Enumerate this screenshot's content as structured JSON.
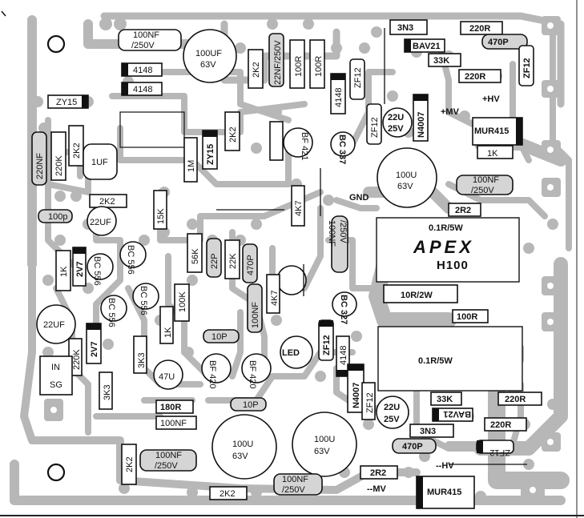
{
  "labels": {
    "c_100nf_top": "100NF",
    "c_100nf_top_v": "/250V",
    "c_100uf_top": "100UF",
    "c_100uf_top_v": "63V",
    "r_2k2_a": "2K2",
    "c_22nf": "22NF/250V",
    "r_100r_a": "100R",
    "r_100r_b": "100R",
    "d_4148_a": "4148",
    "d_4148_b": "4148",
    "d_4148_v": "4148",
    "zf12_a": "ZF12",
    "c_3n3_top": "3N3",
    "bav21_top": "BAV21",
    "r_33k_top": "33K",
    "r_220r_top1": "220R",
    "c_470p_top": "470P",
    "r_220r_top2": "220R",
    "zf12_right": "ZF12",
    "plus_hv": "+HV",
    "zy15_left": "ZY15",
    "zf12_mid": "ZF12",
    "c_22u_top": "22U",
    "c_22u_top_v": "25V",
    "n4007_top": "N4007",
    "plus_mv": "+MV",
    "mur415_top": "MUR415",
    "r_1k_top": "1K",
    "c_220nf": "220NF",
    "r_220k": "220K",
    "r_2k2_b": "2K2",
    "c_1uf": "1UF",
    "r_1m": "1M",
    "zy15_mid": "ZY15",
    "r_2k2_c": "2K2",
    "bf421": "BF 421",
    "bc337_top": "BC 337",
    "c_100u_mid": "100U",
    "c_100u_mid_v": "63V",
    "c_100nf_right": "100NF",
    "c_100nf_right_v": "/250V",
    "gnd": "GND",
    "r_2k2_d": "2K2",
    "c_100p": "100p",
    "c_22uf_left": "22UF",
    "r_15k": "15K",
    "r_4k7_a": "4K7",
    "r_2r2_top": "2R2",
    "r_01_5w_top": "0.1R/5W",
    "apex_logo": "APEX",
    "apex_model": "H100",
    "r_1k_left": "1K",
    "zd_2v7_a": "2V7",
    "bc556_a": "BC 556",
    "bc556_b": "BC 556",
    "r_56k": "56K",
    "c_22p": "22P",
    "r_22k": "22K",
    "c_470p_mid": "470P",
    "c_100nf_mid": "100NF",
    "c_100nf_mid_v": "/250V",
    "bc556_c": "BC 556",
    "bc556_d": "BC 556",
    "r_100k": "100K",
    "r_4k7_b": "4K7",
    "c_100nf_vert": "100NF",
    "r_10r_2w": "10R/2W",
    "bc327": "BC 327",
    "r_100r_right": "100R",
    "c_22uf_low": "22UF",
    "r_1k_mid": "1K",
    "zd_2v7_b": "2V7",
    "r_220k_low": "220K",
    "r_3k3_a": "3K3",
    "c_10p_a": "10P",
    "led": "LED",
    "zf12_low": "ZF12",
    "d_4148_low": "4148",
    "r_01_5w_low": "0.1R/5W",
    "in_label": "IN",
    "sg_label": "SG",
    "c_47u": "47U",
    "bf420_a": "BF 420",
    "bf420_b": "BF 420",
    "n4007_low": "N4007",
    "zf12_low2": "ZF12",
    "c_22u_low": "22U",
    "c_22u_low_v": "25V",
    "r_33k_low": "33K",
    "bav21_low": "BAV21",
    "r_220r_low1": "220R",
    "r_3k3_b": "3K3",
    "r_180r": "180R",
    "c_10p_b": "10P",
    "c_100nf_low": "100NF",
    "c_3n3_low": "3N3",
    "r_220r_low2": "220R",
    "c_100u_low1": "100U",
    "c_100u_low1_v": "63V",
    "c_100u_low2": "100U",
    "c_100u_low2_v": "63V",
    "c_470p_low": "470P",
    "zf12_low3": "ZF12",
    "r_2k2_e": "2K2",
    "c_100nf_bl": "100NF",
    "c_100nf_bl_v": "/250V",
    "r_2r2_low": "2R2",
    "minus_hv": "--HV",
    "c_100nf_bc": "100NF",
    "c_100nf_bc_v": "/250V",
    "minus_mv": "--MV",
    "mur415_low": "MUR415",
    "r_2k2_f": "2K2"
  },
  "colors": {
    "copper": "#b7b7b7",
    "background": "#ffffff",
    "component": "#111111",
    "highlight": "#d5d5d5"
  }
}
